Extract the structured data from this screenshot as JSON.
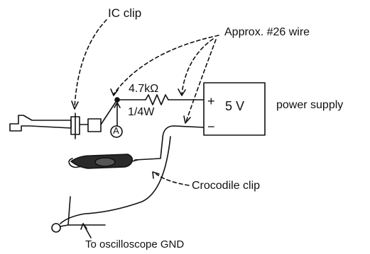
{
  "labels": {
    "ic_clip": "IC clip",
    "wire": "Approx. #26 wire",
    "resistor_value": "4.7kΩ",
    "resistor_power": "1/4W",
    "point_a": "A",
    "plus": "+",
    "minus": "−",
    "voltage": "5 V",
    "power_supply": "power supply",
    "crocodile_clip": "Crocodile clip",
    "ground": "To oscilloscope GND"
  }
}
